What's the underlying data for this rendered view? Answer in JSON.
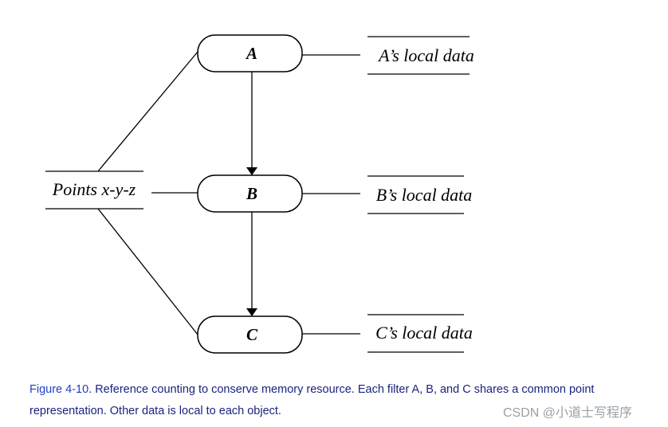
{
  "diagram": {
    "nodes": {
      "a": "A",
      "b": "B",
      "c": "C"
    },
    "points_label": "Points x-y-z",
    "local_data": {
      "a": "A’s local data",
      "b": "B’s local data",
      "c": "C’s local data"
    }
  },
  "caption": {
    "figure_label": "Figure 4-10",
    "text": ". Reference counting to conserve memory resource. Each filter A, B, and C shares a common point representation. Other data is local to each object."
  },
  "watermark": "CSDN @小道士写程序"
}
